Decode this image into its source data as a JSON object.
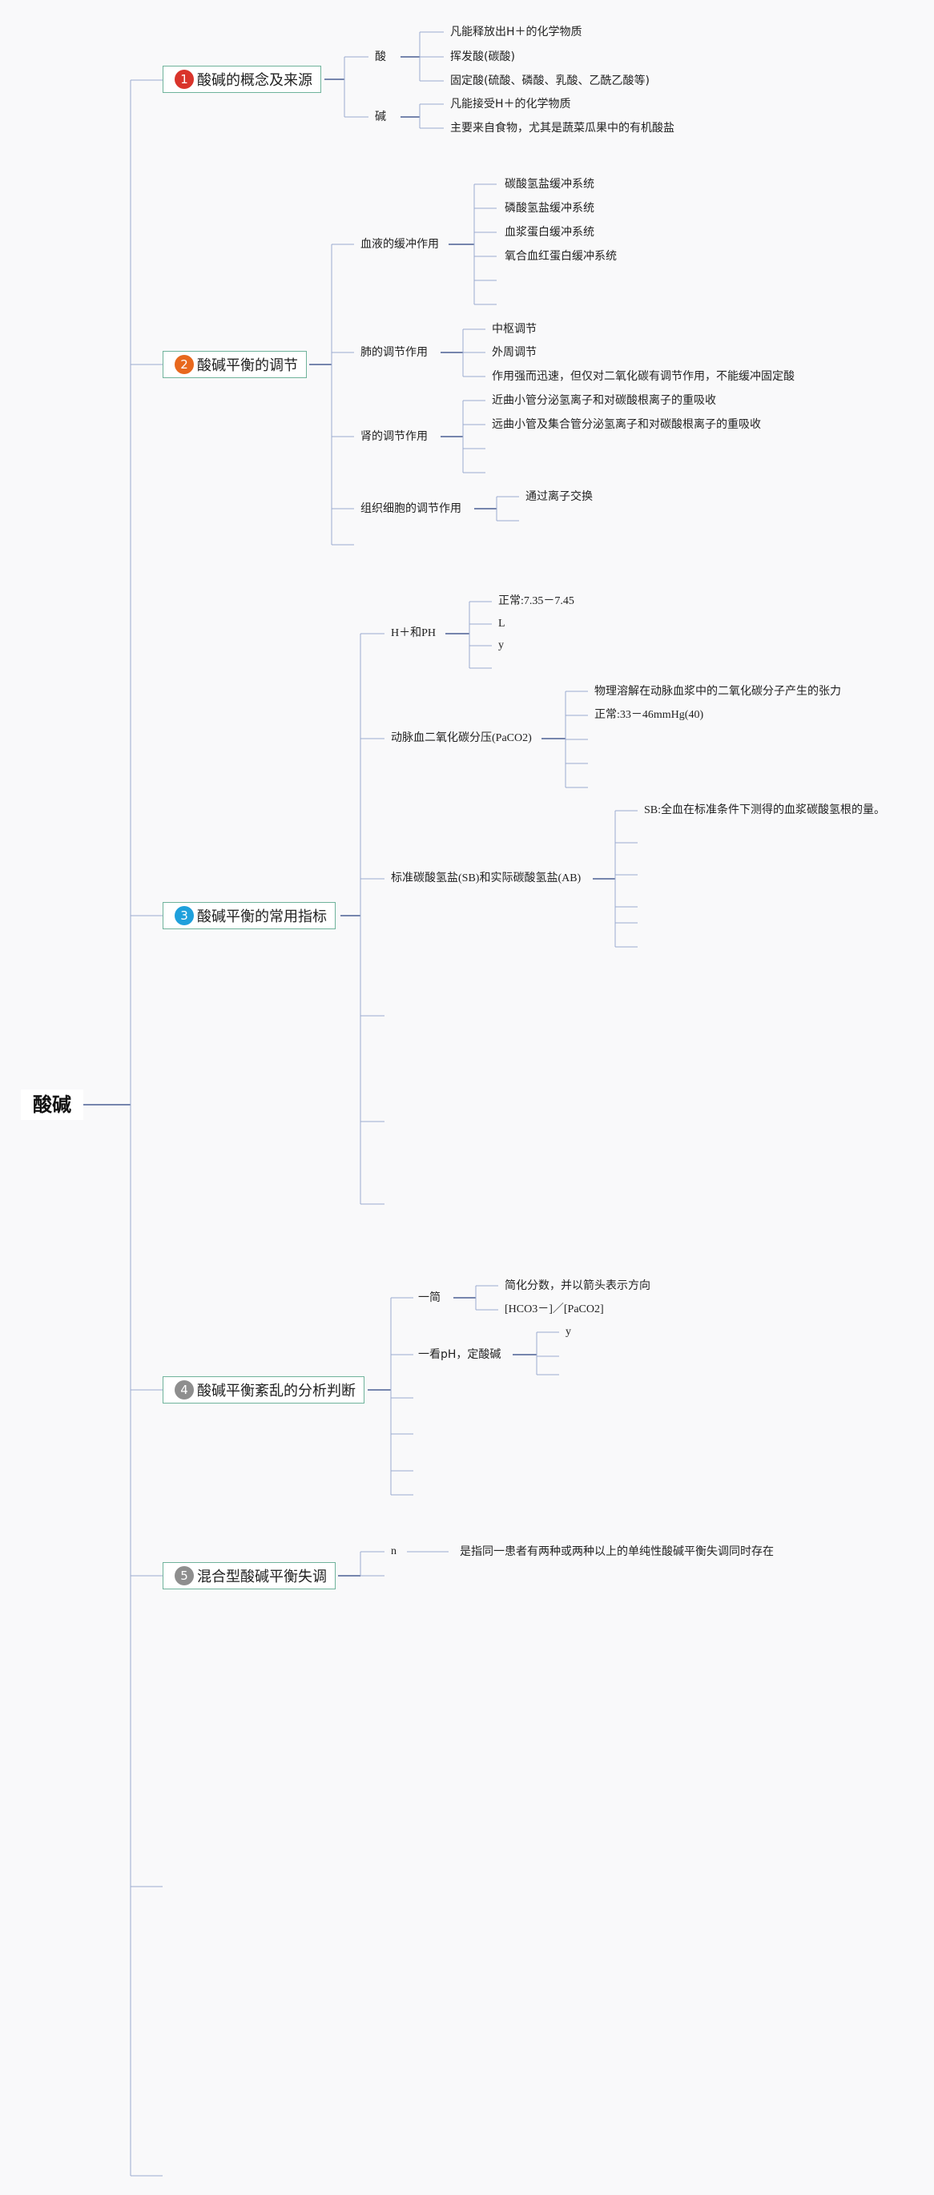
{
  "root": "酸碱",
  "colors": {
    "line": "#4a5f93",
    "branch": "#9aaad0",
    "topic_border": "#6fb39b"
  },
  "topics": [
    {
      "num": "1",
      "label": "酸碱的概念及来源",
      "badge_color": "#d9342b"
    },
    {
      "num": "2",
      "label": "酸碱平衡的调节",
      "badge_color": "#e8681d"
    },
    {
      "num": "3",
      "label": "酸碱平衡的常用指标",
      "badge_color": "#1fa0dc"
    },
    {
      "num": "4",
      "label": "酸碱平衡紊乱的分析判断",
      "badge_color": "#8e8e8e"
    },
    {
      "num": "5",
      "label": "混合型酸碱平衡失调",
      "badge_color": "#8e8e8e"
    }
  ],
  "t1": {
    "acid": "酸",
    "base": "碱",
    "acid_items": [
      "凡能释放出H＋的化学物质",
      "挥发酸(碳酸)",
      "固定酸(硫酸、磷酸、乳酸、乙酰乙酸等)"
    ],
    "base_items": [
      "凡能接受H＋的化学物质",
      "主要来自食物，尤其是蔬菜瓜果中的有机酸盐"
    ]
  },
  "t2": {
    "blood": "血液的缓冲作用",
    "blood_items": [
      "碳酸氢盐缓冲系统",
      "磷酸氢盐缓冲系统",
      "血浆蛋白缓冲系统",
      "氧合血红蛋白缓冲系统"
    ],
    "lung": "肺的调节作用",
    "lung_items": [
      "中枢调节",
      "外周调节",
      "作用强而迅速，但仅对二氧化碳有调节作用，不能缓冲固定酸"
    ],
    "kidney": "肾的调节作用",
    "kidney_items": [
      "近曲小管分泌氢离子和对碳酸根离子的重吸收",
      "远曲小管及集合管分泌氢离子和对碳酸根离子的重吸收"
    ],
    "tissue": "组织细胞的调节作用",
    "tissue_items": [
      "通过离子交换"
    ]
  },
  "t3": {
    "ph": "H＋和PH",
    "ph_items": [
      "正常:7.35－7.45",
      "L",
      "y"
    ],
    "paco2": "动脉血二氧化碳分压(PaCO2)",
    "paco2_items": [
      "物理溶解在动脉血浆中的二氧化碳分子产生的张力",
      "正常:33－46mmHg(40)"
    ],
    "sb": "标准碳酸氢盐(SB)和实际碳酸氢盐(AB)",
    "sb_items": [
      "SB:全血在标准条件下测得的血浆碳酸氢根的量。"
    ]
  },
  "t4": {
    "one": "一简",
    "one_items": [
      "简化分数，并以箭头表示方向",
      "[HCO3－]／[PaCO2]"
    ],
    "two": "一看pH，定酸碱",
    "two_items": [
      "y"
    ]
  },
  "t5": {
    "n": "n",
    "desc": "是指同一患者有两种或两种以上的单纯性酸碱平衡失调同时存在"
  }
}
